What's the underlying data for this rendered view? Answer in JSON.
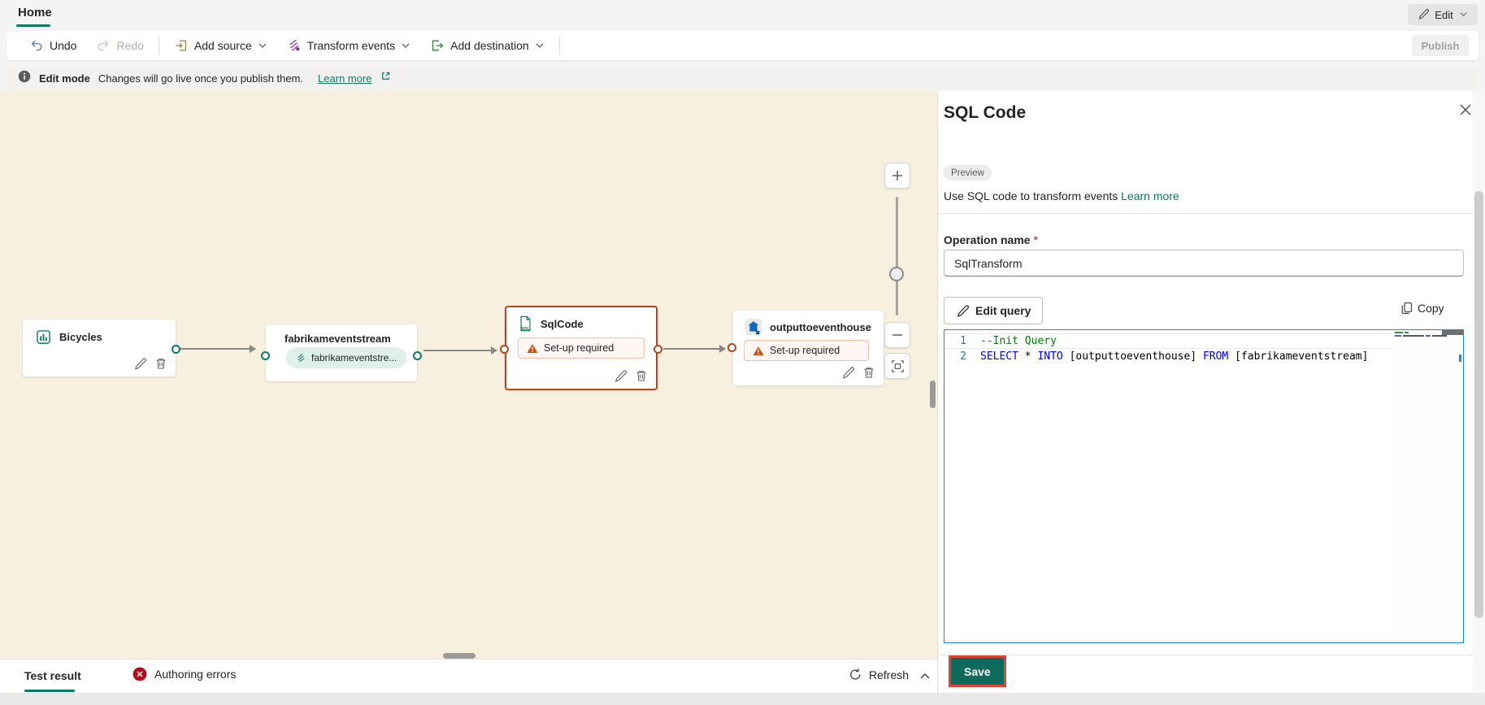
{
  "tabs": {
    "home": "Home"
  },
  "top_actions": {
    "edit": "Edit",
    "publish": "Publish"
  },
  "toolbar": {
    "undo": "Undo",
    "redo": "Redo",
    "add_source": "Add source",
    "transform_events": "Transform events",
    "add_destination": "Add destination"
  },
  "banner": {
    "title": "Edit mode",
    "message": "Changes will go live once you publish them.",
    "learn_more": "Learn more"
  },
  "canvas": {
    "nodes": {
      "bicycles": {
        "label": "Bicycles"
      },
      "eventstream": {
        "label": "fabrikameventstream",
        "pill": "fabrikameventstre..."
      },
      "sqlcode": {
        "label": "SqlCode",
        "warning": "Set-up required"
      },
      "eventhouse": {
        "label": "outputtoeventhouse",
        "warning": "Set-up required"
      }
    }
  },
  "footer": {
    "test_result": "Test result",
    "authoring_errors": "Authoring errors",
    "refresh": "Refresh"
  },
  "panel": {
    "title": "SQL Code",
    "preview_badge": "Preview",
    "description": "Use SQL code to transform events",
    "learn_more": "Learn more",
    "operation_name_label": "Operation name",
    "required_marker": "*",
    "operation_name_value": "SqlTransform",
    "edit_query": "Edit query",
    "copy": "Copy",
    "save": "Save",
    "editor": {
      "code_lines": [
        {
          "number": "1",
          "tokens": [
            {
              "t": "--Init Query",
              "c": "comment"
            }
          ]
        },
        {
          "number": "2",
          "tokens": [
            {
              "t": "SELECT",
              "c": "keyword"
            },
            {
              "t": " * ",
              "c": "plain"
            },
            {
              "t": "INTO",
              "c": "keyword"
            },
            {
              "t": " [outputtoeventhouse] ",
              "c": "plain"
            },
            {
              "t": "FROM",
              "c": "keyword"
            },
            {
              "t": " [fabrikameventstream]",
              "c": "plain"
            }
          ]
        }
      ]
    }
  },
  "colors": {
    "accent_teal": "#117865",
    "selected_node_orange": "#b5481f",
    "warning_orange": "#ca5010",
    "error_red": "#b10e1c",
    "editor_border_blue": "#1b88da",
    "save_highlight_red": "#e14234",
    "code_keyword": "#0000ff",
    "code_comment": "#008000",
    "canvas_background": "#f7f0df"
  }
}
